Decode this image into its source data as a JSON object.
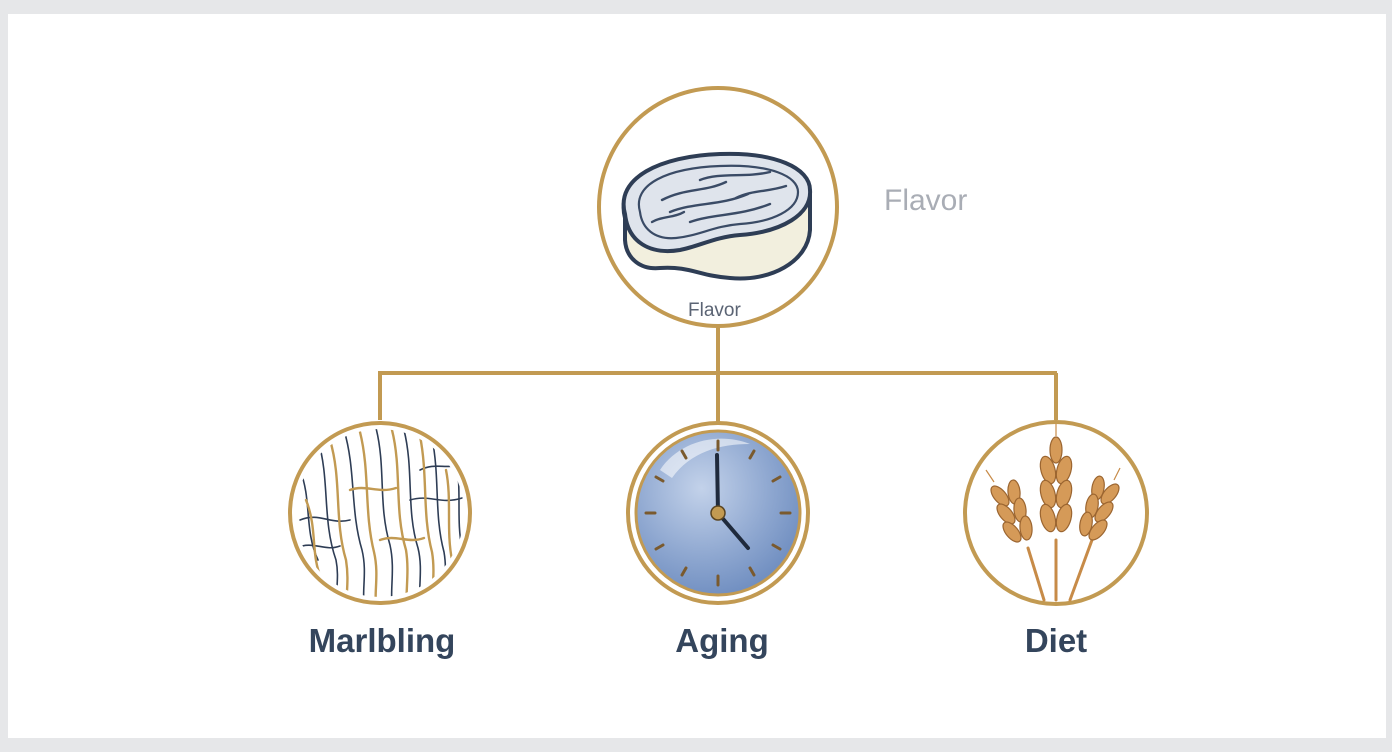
{
  "diagram": {
    "root": {
      "side_label": "Flavor",
      "caption": "Flavor",
      "icon": "steak-icon"
    },
    "children": [
      {
        "label": "Marlbling",
        "icon": "marbling-texture-icon"
      },
      {
        "label": "Aging",
        "icon": "clock-icon"
      },
      {
        "label": "Diet",
        "icon": "wheat-icon"
      }
    ]
  },
  "colors": {
    "gold": "#c29a52",
    "navy": "#34455c",
    "muted_text": "#a9adb5",
    "steak_fill": "#dfe4ec",
    "steak_fat": "#f2efde",
    "clock_face": "#7f9bc8",
    "wheat": "#c78b48"
  }
}
